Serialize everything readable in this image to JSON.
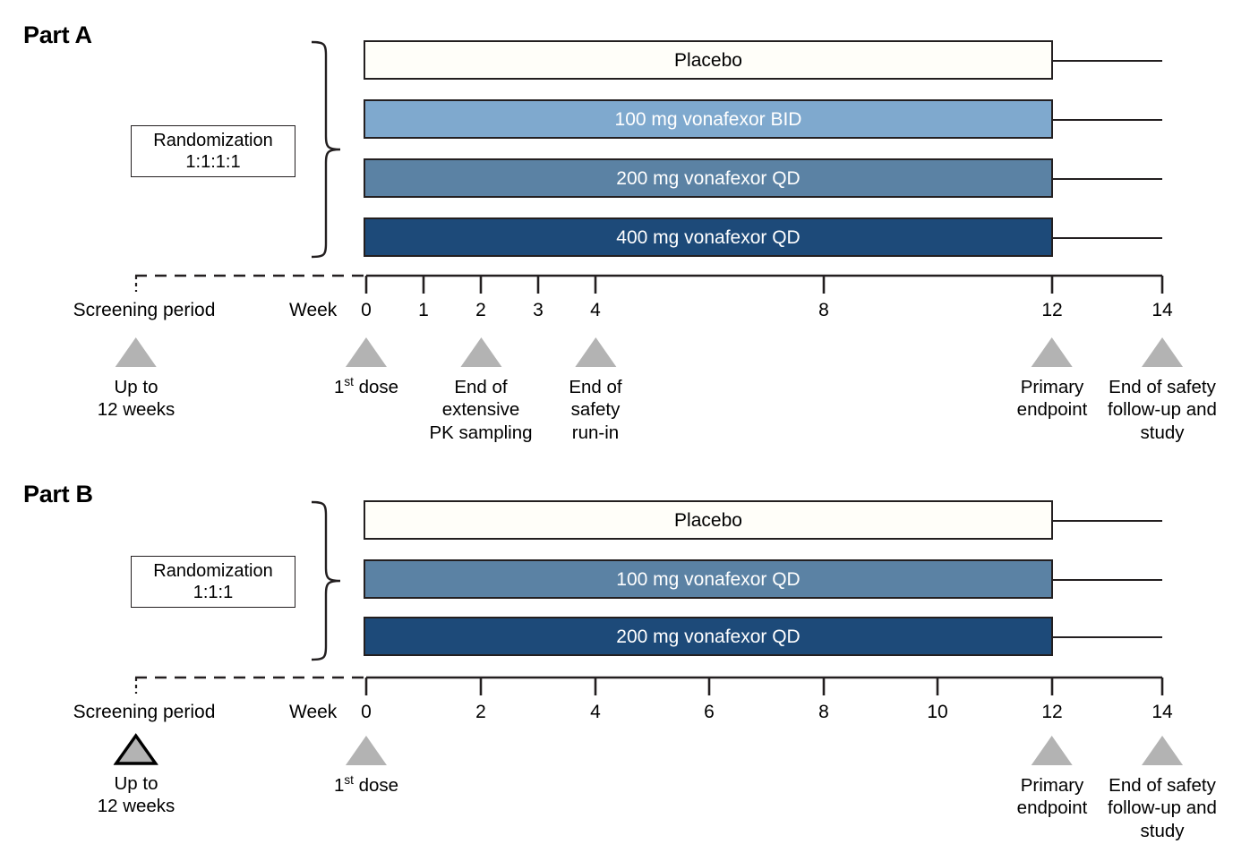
{
  "figure": {
    "type": "clinical-trial-design-schematic",
    "colors": {
      "placebo": "#fffef9",
      "light_blue": "#7fa9ce",
      "medium_blue": "#5b82a4",
      "dark_blue": "#1d4a79",
      "marker_gray": "#b3b3b3",
      "line": "#231f20"
    }
  },
  "partA": {
    "title": "Part A",
    "randomization": {
      "line1": "Randomization",
      "line2": "1:1:1:1"
    },
    "arms": [
      {
        "label": "Placebo",
        "style": "placebo"
      },
      {
        "label": "100 mg vonafexor BID",
        "style": "light"
      },
      {
        "label": "200 mg vonafexor QD",
        "style": "med"
      },
      {
        "label": "400 mg vonafexor QD",
        "style": "dark"
      }
    ],
    "axis": {
      "week_word": "Week",
      "screening_label": "Screening period",
      "ticks": [
        {
          "week": 0,
          "label": "0"
        },
        {
          "week": 1,
          "label": "1"
        },
        {
          "week": 2,
          "label": "2"
        },
        {
          "week": 3,
          "label": "3"
        },
        {
          "week": 4,
          "label": "4"
        },
        {
          "week": 8,
          "label": "8"
        },
        {
          "week": 12,
          "label": "12"
        },
        {
          "week": 14,
          "label": "14"
        }
      ]
    },
    "markers": [
      {
        "id": "screening",
        "note_l1": "Up to",
        "note_l2": "12 weeks",
        "note_l3": "",
        "outlined": false
      },
      {
        "id": "first-dose",
        "note_l1": "1st dose",
        "note_l2": "",
        "note_l3": "",
        "outlined": false,
        "superscript": "st"
      },
      {
        "id": "end-pk",
        "note_l1": "End of",
        "note_l2": "extensive",
        "note_l3": "PK sampling",
        "outlined": false
      },
      {
        "id": "end-safety-runin",
        "note_l1": "End of",
        "note_l2": "safety",
        "note_l3": "run-in",
        "outlined": false
      },
      {
        "id": "primary-endpoint",
        "note_l1": "Primary",
        "note_l2": "endpoint",
        "note_l3": "",
        "outlined": false
      },
      {
        "id": "end-of-study",
        "note_l1": "End of safety",
        "note_l2": "follow-up and",
        "note_l3": "study",
        "outlined": false
      }
    ]
  },
  "partB": {
    "title": "Part B",
    "randomization": {
      "line1": "Randomization",
      "line2": "1:1:1"
    },
    "arms": [
      {
        "label": "Placebo",
        "style": "placebo"
      },
      {
        "label": "100 mg vonafexor QD",
        "style": "med"
      },
      {
        "label": "200 mg vonafexor QD",
        "style": "dark"
      }
    ],
    "axis": {
      "week_word": "Week",
      "screening_label": "Screening period",
      "ticks": [
        {
          "week": 0,
          "label": "0"
        },
        {
          "week": 2,
          "label": "2"
        },
        {
          "week": 4,
          "label": "4"
        },
        {
          "week": 6,
          "label": "6"
        },
        {
          "week": 8,
          "label": "8"
        },
        {
          "week": 10,
          "label": "10"
        },
        {
          "week": 12,
          "label": "12"
        },
        {
          "week": 14,
          "label": "14"
        }
      ]
    },
    "markers": [
      {
        "id": "screening",
        "note_l1": "Up to",
        "note_l2": "12 weeks",
        "note_l3": "",
        "outlined": true
      },
      {
        "id": "first-dose",
        "note_l1": "1st dose",
        "note_l2": "",
        "note_l3": "",
        "outlined": false,
        "superscript": "st"
      },
      {
        "id": "primary-endpoint",
        "note_l1": "Primary",
        "note_l2": "endpoint",
        "note_l3": "",
        "outlined": false
      },
      {
        "id": "end-of-study",
        "note_l1": "End of safety",
        "note_l2": "follow-up and",
        "note_l3": "study",
        "outlined": false
      }
    ]
  }
}
